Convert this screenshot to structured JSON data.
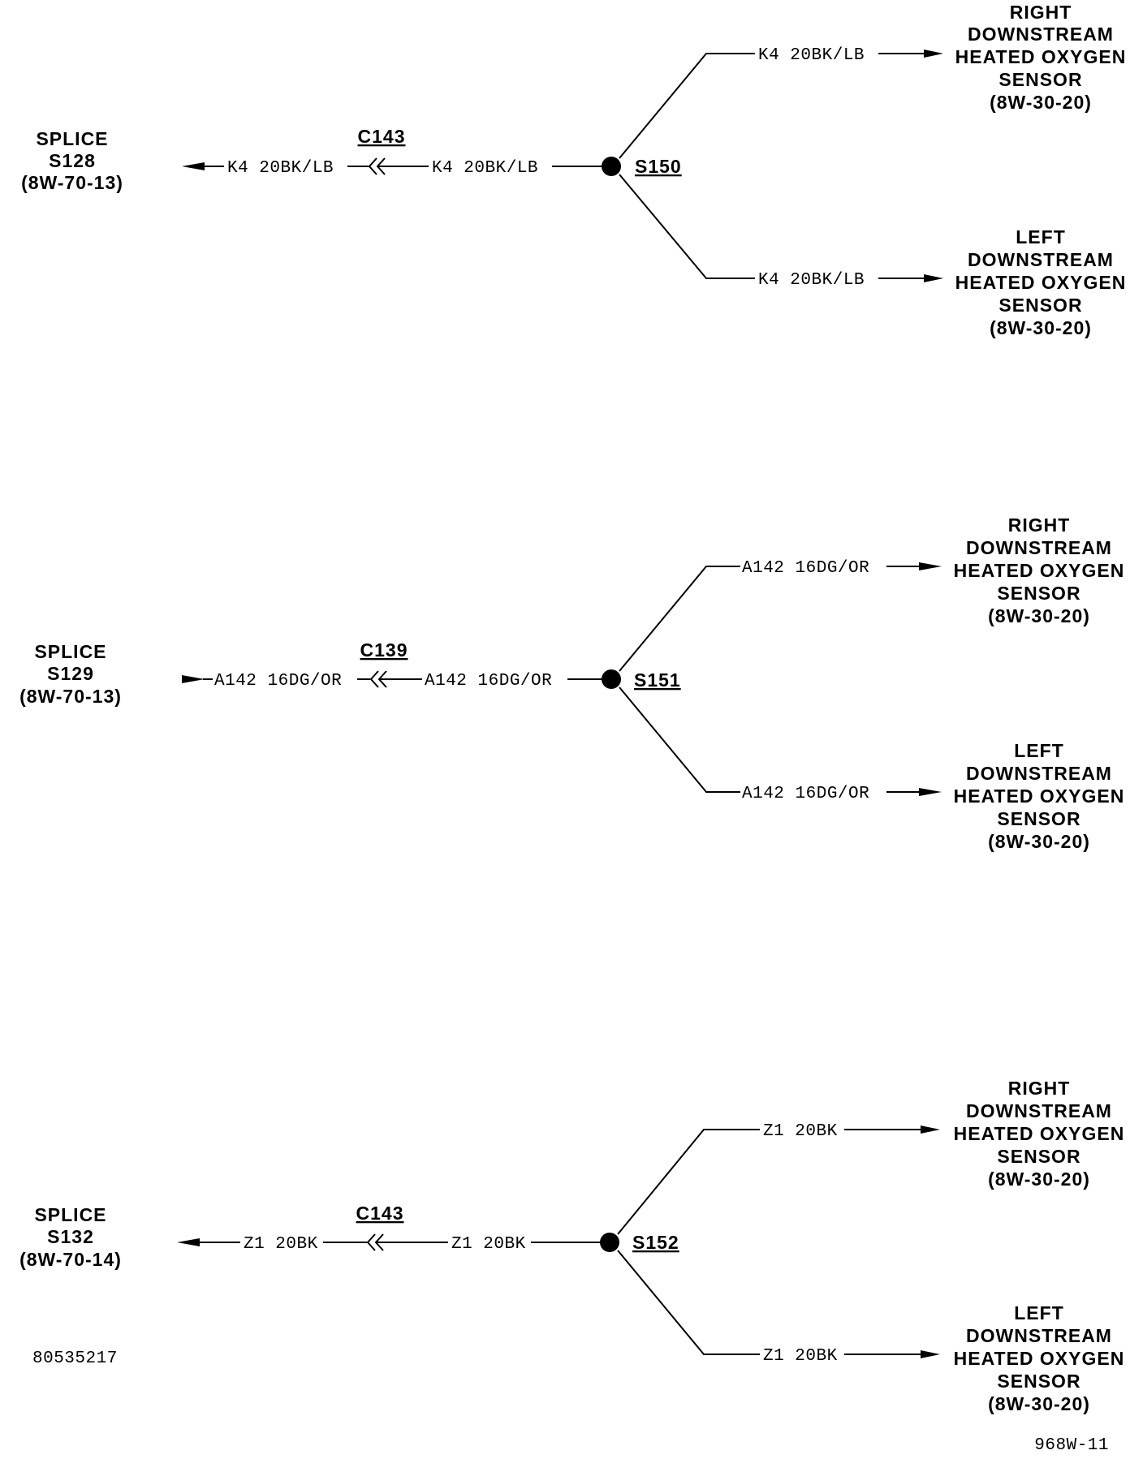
{
  "circuits": [
    {
      "splice_lines": [
        "SPLICE",
        "S128",
        "(8W-70-13)"
      ],
      "left_wire_a": "K4 20BK/LB",
      "connector": "C143",
      "left_wire_b": "K4 20BK/LB",
      "splice_point": "S150",
      "upper_wire": "K4 20BK/LB",
      "upper_dest": [
        "RIGHT",
        "DOWNSTREAM",
        "HEATED OXYGEN",
        "SENSOR",
        "(8W-30-20)"
      ],
      "lower_wire": "K4 20BK/LB",
      "lower_dest": [
        "LEFT",
        "DOWNSTREAM",
        "HEATED OXYGEN",
        "SENSOR",
        "(8W-30-20)"
      ]
    },
    {
      "splice_lines": [
        "SPLICE",
        "S129",
        "(8W-70-13)"
      ],
      "left_wire_a": "A142 16DG/OR",
      "connector": "C139",
      "left_wire_b": "A142 16DG/OR",
      "splice_point": "S151",
      "upper_wire": "A142 16DG/OR",
      "upper_dest": [
        "RIGHT",
        "DOWNSTREAM",
        "HEATED OXYGEN",
        "SENSOR",
        "(8W-30-20)"
      ],
      "lower_wire": "A142 16DG/OR",
      "lower_dest": [
        "LEFT",
        "DOWNSTREAM",
        "HEATED OXYGEN",
        "SENSOR",
        "(8W-30-20)"
      ]
    },
    {
      "splice_lines": [
        "SPLICE",
        "S132",
        "(8W-70-14)"
      ],
      "left_wire_a": "Z1 20BK",
      "connector": "C143",
      "left_wire_b": "Z1 20BK",
      "splice_point": "S152",
      "upper_wire": "Z1 20BK",
      "upper_dest": [
        "RIGHT",
        "DOWNSTREAM",
        "HEATED OXYGEN",
        "SENSOR",
        "(8W-30-20)"
      ],
      "lower_wire": "Z1 20BK",
      "lower_dest": [
        "LEFT",
        "DOWNSTREAM",
        "HEATED OXYGEN",
        "SENSOR",
        "(8W-30-20)"
      ]
    }
  ],
  "part_number": "80535217",
  "figure_id": "968W-11"
}
